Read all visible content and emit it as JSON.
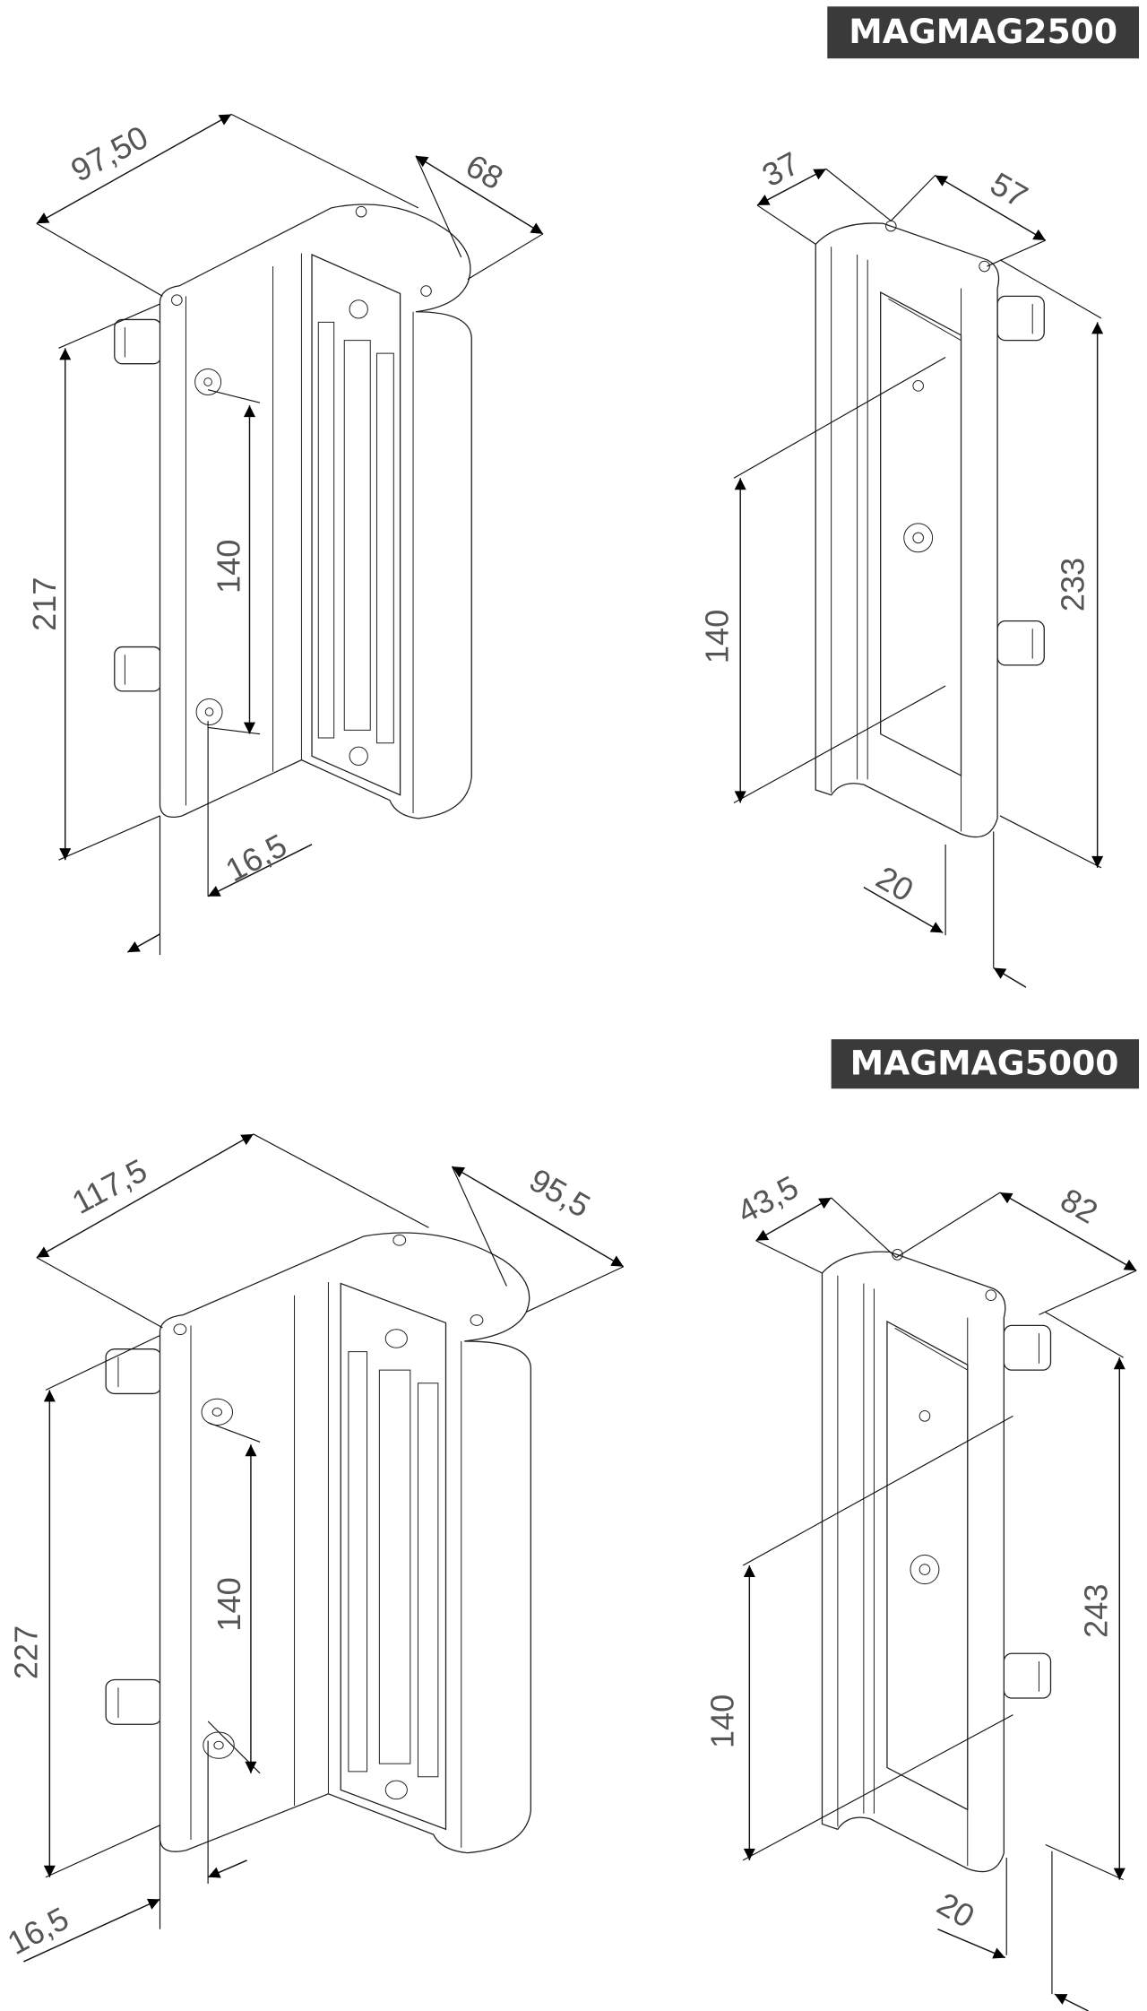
{
  "sections": [
    {
      "title": "MAGMAG2500",
      "left_view": {
        "width": "97,50",
        "depth": "68",
        "height": "217",
        "hole_spacing": "140",
        "offset": "16,5"
      },
      "right_view": {
        "width": "37",
        "depth": "57",
        "height": "233",
        "hole_spacing": "140",
        "thickness": "20"
      }
    },
    {
      "title": "MAGMAG5000",
      "left_view": {
        "width": "117,5",
        "depth": "95,5",
        "height": "227",
        "hole_spacing": "140",
        "offset": "16,5"
      },
      "right_view": {
        "width": "43,5",
        "depth": "82",
        "height": "243",
        "hole_spacing": "140",
        "thickness": "20"
      }
    }
  ],
  "colors": {
    "title_bg": "#3a3a3a",
    "line": "#222222",
    "label": "#555555"
  }
}
